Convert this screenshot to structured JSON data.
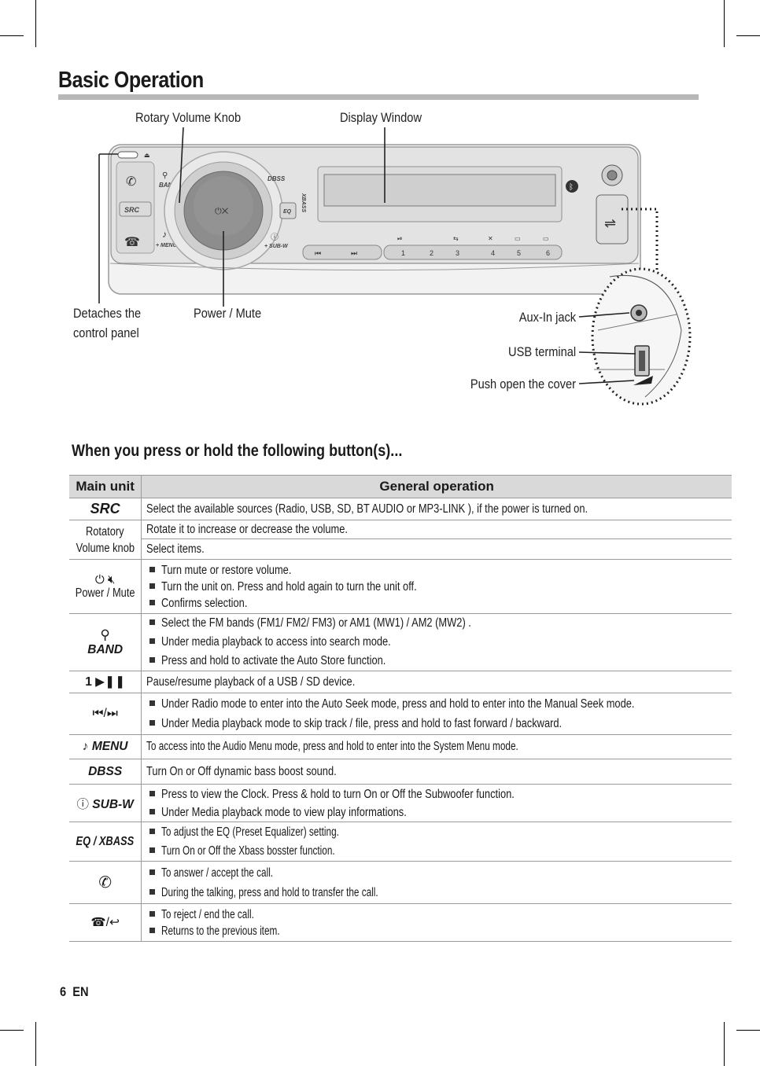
{
  "page": {
    "title": "Basic Operation",
    "page_number": "6",
    "language": "EN"
  },
  "diagram": {
    "labels": {
      "rotary_volume_knob": "Rotary Volume Knob",
      "display_window": "Display Window",
      "detach_line1": "Detaches the",
      "detach_line2": "control panel",
      "power_mute": "Power / Mute",
      "aux_in": "Aux-In jack",
      "usb_terminal": "USB terminal",
      "push_cover": "Push open the cover"
    },
    "panel_text": {
      "band": "BAND",
      "src": "SRC",
      "menu": "+ MENU",
      "dbss": "DBSS",
      "eq": "EQ",
      "xbass": "XBASS",
      "subw": "+ SUB-W",
      "presets": [
        "1",
        "2",
        "3",
        "4",
        "5",
        "6"
      ]
    }
  },
  "section_heading": "When you press or hold the following button(s)...",
  "table": {
    "headers": [
      "Main unit",
      "General operation"
    ],
    "rows": {
      "src": {
        "key": "SRC",
        "text": "Select the available sources (Radio, USB,  SD, BT AUDIO or MP3-LINK ), if the power is turned on."
      },
      "volume": {
        "key_line1": "Rotatory",
        "key_line2": "Volume knob",
        "text1": "Rotate it to increase or decrease the volume.",
        "text2": "Select items."
      },
      "power": {
        "key": "Power / Mute",
        "items": [
          "Turn mute or restore volume.",
          "Turn the unit on. Press and hold again to turn the unit off.",
          "Confirms selection."
        ]
      },
      "band": {
        "key": "BAND",
        "items": [
          "Select the FM bands (FM1/ FM2/ FM3) or AM1 (MW1) / AM2 (MW2) .",
          "Under media playback to access into search mode.",
          "Press and hold to activate the Auto Store function."
        ]
      },
      "play": {
        "key": "1",
        "text": "Pause/resume playback of a  USB / SD device."
      },
      "seek": {
        "key": "/",
        "items": [
          "Under Radio mode to enter into the Auto Seek mode, press and hold to enter into the Manual Seek mode.",
          "Under Media playback mode to skip track / file, press and hold to fast forward / backward."
        ]
      },
      "menu": {
        "key": "MENU",
        "text": "To access into the Audio Menu mode, press and hold to enter into the System Menu mode."
      },
      "dbss": {
        "key": "DBSS",
        "text": "Turn On or Off dynamic bass boost sound."
      },
      "subw": {
        "key": "SUB-W",
        "items": [
          "Press to view the Clock. Press & hold to turn On or Off the Subwoofer function.",
          "Under Media playback mode to view play informations."
        ]
      },
      "eq": {
        "key": "EQ / XBASS",
        "items": [
          "To adjust the EQ (Preset Equalizer) setting.",
          "Turn On or Off the Xbass bosster function."
        ]
      },
      "answer": {
        "items": [
          "To answer / accept  the call.",
          "During the talking, press and hold to transfer the call."
        ]
      },
      "reject": {
        "key": "/",
        "items": [
          "To reject / end the call.",
          "Returns to the previous item."
        ]
      }
    }
  },
  "colors": {
    "title_bar": "#b7b7b7",
    "table_header_bg": "#d9d9d9",
    "panel_face": "#e4e4e4",
    "knob": "#8d8d8d",
    "display": "#cfcfcf"
  }
}
